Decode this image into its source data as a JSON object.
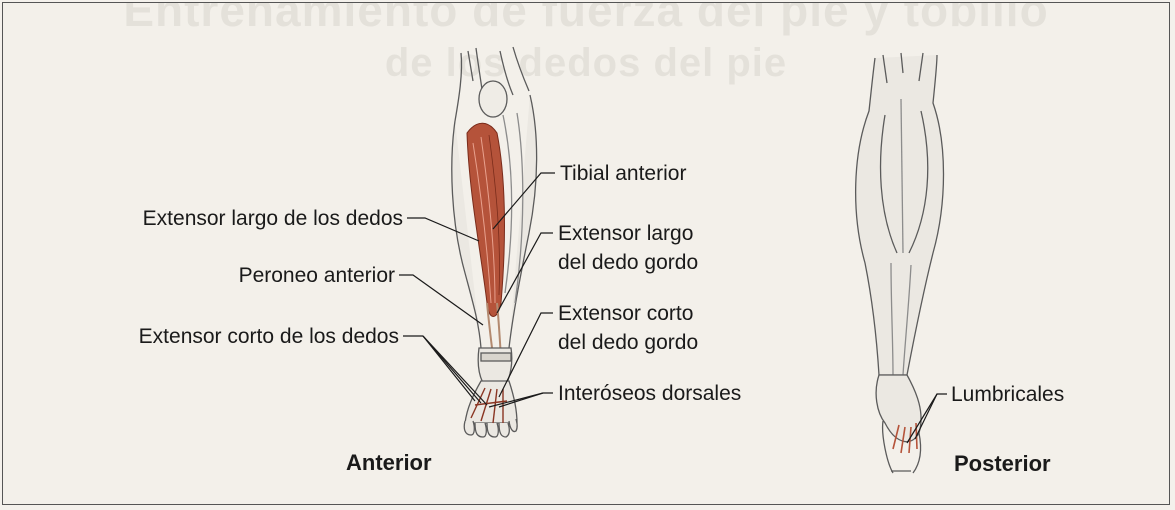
{
  "background_text": {
    "line1": "Entrenamiento de fuerza del pie y tobillo",
    "line2": "de los dedos del pie"
  },
  "colors": {
    "muscle": "#b5533a",
    "muscle_dark": "#8a3522",
    "outline": "#5b5b5b",
    "frame": "#555555"
  },
  "anterior": {
    "caption": "Anterior",
    "labels": {
      "tibial_anterior": "Tibial anterior",
      "ext_largo_dedos": "Extensor largo de los dedos",
      "ext_largo_gordo_1": "Extensor largo",
      "ext_largo_gordo_2": "del dedo gordo",
      "peroneo_anterior": "Peroneo anterior",
      "ext_corto_gordo_1": "Extensor corto",
      "ext_corto_gordo_2": "del dedo gordo",
      "ext_corto_dedos": "Extensor corto de los dedos",
      "interoseos": "Interóseos dorsales"
    }
  },
  "posterior": {
    "caption": "Posterior",
    "labels": {
      "lumbricales": "Lumbricales"
    }
  }
}
